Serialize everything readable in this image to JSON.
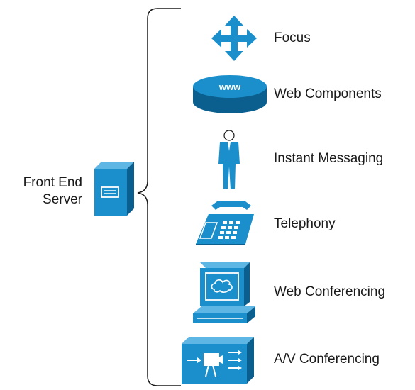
{
  "server": {
    "label_line1": "Front End",
    "label_line2": "Server",
    "icon": "server-icon"
  },
  "components": [
    {
      "label": "Focus",
      "icon": "focus-arrows-icon"
    },
    {
      "label": "Web Components",
      "icon": "www-disk-icon"
    },
    {
      "label": "Instant Messaging",
      "icon": "person-icon"
    },
    {
      "label": "Telephony",
      "icon": "telephone-icon"
    },
    {
      "label": "Web Conferencing",
      "icon": "computer-monitor-icon"
    },
    {
      "label": "A/V Conferencing",
      "icon": "video-camera-box-icon"
    }
  ],
  "colors": {
    "icon_fill": "#1b8fcb",
    "icon_dark": "#0b5f8f",
    "icon_light": "#5db6e3",
    "line": "#1a1a1a"
  }
}
